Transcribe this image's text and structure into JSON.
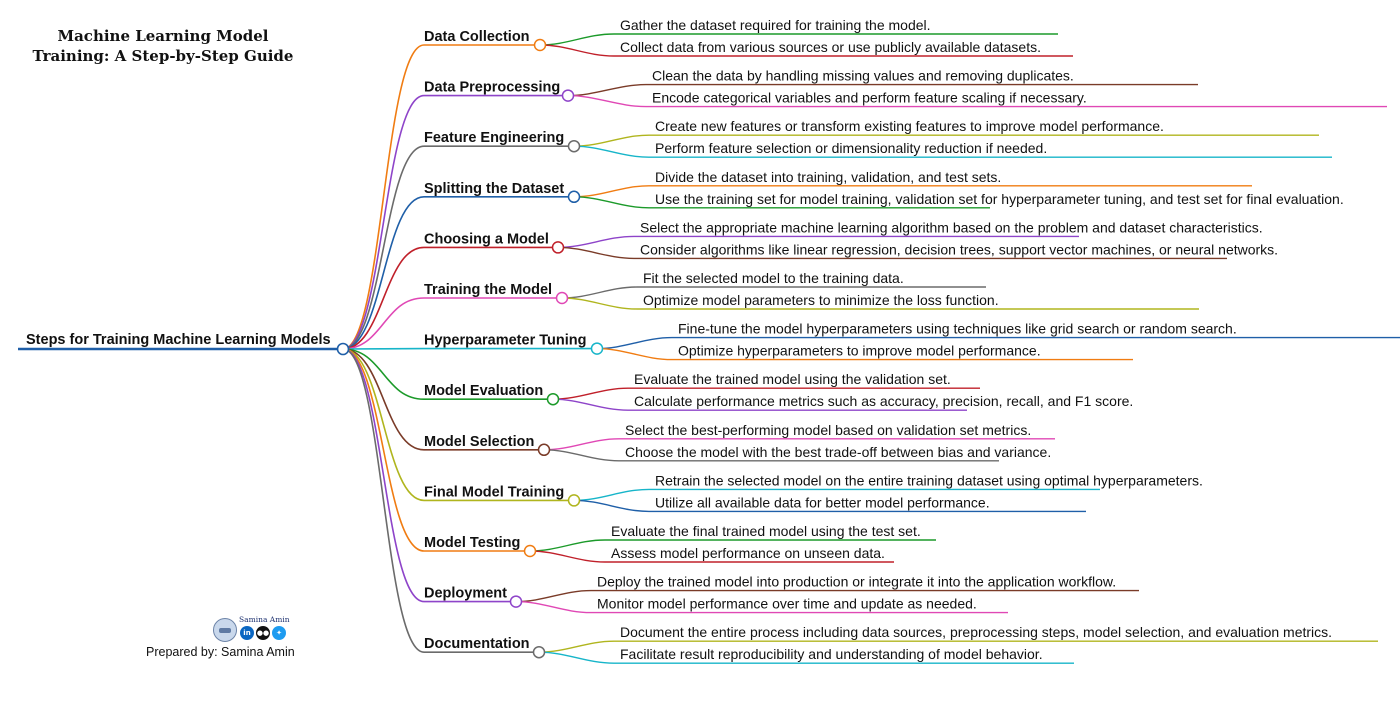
{
  "title": {
    "line1": "Machine Learning Model",
    "line2": "Training: A Step-by-Step Guide"
  },
  "root": {
    "label": "Steps for Training Machine Learning Models",
    "color": "#1f5fa8"
  },
  "branches": [
    {
      "label": "Data Collection",
      "color": "#f07c12",
      "leaves": [
        {
          "text": "Gather the dataset required for training the model.",
          "color": "#1c9a2a"
        },
        {
          "text": "Collect data from various sources or use publicly available datasets.",
          "color": "#c0202a"
        }
      ]
    },
    {
      "label": "Data Preprocessing",
      "color": "#8e44c9",
      "leaves": [
        {
          "text": "Clean the data by handling missing values and removing duplicates.",
          "color": "#7a3b28"
        },
        {
          "text": "Encode categorical variables and perform feature scaling if necessary.",
          "color": "#e048b5"
        }
      ]
    },
    {
      "label": "Feature Engineering",
      "color": "#6b6b6b",
      "leaves": [
        {
          "text": "Create new features or transform existing features to improve model performance.",
          "color": "#b0b51e"
        },
        {
          "text": "Perform feature selection or dimensionality reduction if needed.",
          "color": "#17b5c9"
        }
      ]
    },
    {
      "label": "Splitting the Dataset",
      "color": "#1f5fa8",
      "leaves": [
        {
          "text": "Divide the dataset into training, validation, and test sets.",
          "color": "#f07c12"
        },
        {
          "text": "Use the training set for model training, validation set for hyperparameter tuning, and test set for final evaluation.",
          "color": "#1c9a2a"
        }
      ]
    },
    {
      "label": "Choosing a Model",
      "color": "#c0202a",
      "leaves": [
        {
          "text": "Select the appropriate machine learning algorithm based on the problem and dataset characteristics.",
          "color": "#8e44c9"
        },
        {
          "text": "Consider algorithms like linear regression, decision trees, support vector machines, or neural networks.",
          "color": "#7a3b28"
        }
      ]
    },
    {
      "label": "Training the Model",
      "color": "#e048b5",
      "leaves": [
        {
          "text": "Fit the selected model to the training data.",
          "color": "#6b6b6b"
        },
        {
          "text": "Optimize model parameters to minimize the loss function.",
          "color": "#b0b51e"
        }
      ]
    },
    {
      "label": "Hyperparameter Tuning",
      "color": "#17b5c9",
      "leaves": [
        {
          "text": "Fine-tune the model hyperparameters using techniques like grid search or random search.",
          "color": "#1f5fa8"
        },
        {
          "text": "Optimize hyperparameters to improve model performance.",
          "color": "#f07c12"
        }
      ]
    },
    {
      "label": "Model Evaluation",
      "color": "#1c9a2a",
      "leaves": [
        {
          "text": "Evaluate the trained model using the validation set.",
          "color": "#c0202a"
        },
        {
          "text": "Calculate performance metrics such as accuracy, precision, recall, and F1 score.",
          "color": "#8e44c9"
        }
      ]
    },
    {
      "label": "Model Selection",
      "color": "#7a3b28",
      "leaves": [
        {
          "text": "Select the best-performing model based on validation set metrics.",
          "color": "#e048b5"
        },
        {
          "text": "Choose the model with the best trade-off between bias and variance.",
          "color": "#6b6b6b"
        }
      ]
    },
    {
      "label": "Final Model Training",
      "color": "#b0b51e",
      "leaves": [
        {
          "text": "Retrain the selected model on the entire training dataset using optimal hyperparameters.",
          "color": "#17b5c9"
        },
        {
          "text": "Utilize all available data for better model performance.",
          "color": "#1f5fa8"
        }
      ]
    },
    {
      "label": "Model Testing",
      "color": "#f07c12",
      "leaves": [
        {
          "text": "Evaluate the final trained model using the test set.",
          "color": "#1c9a2a"
        },
        {
          "text": "Assess model performance on unseen data.",
          "color": "#c0202a"
        }
      ]
    },
    {
      "label": "Deployment",
      "color": "#8e44c9",
      "leaves": [
        {
          "text": "Deploy the trained model into production or integrate it into the application workflow.",
          "color": "#7a3b28"
        },
        {
          "text": "Monitor model performance over time and update as needed.",
          "color": "#e048b5"
        }
      ]
    },
    {
      "label": "Documentation",
      "color": "#6b6b6b",
      "leaves": [
        {
          "text": "Document the entire process including data sources, preprocessing steps, model selection, and evaluation metrics.",
          "color": "#b0b51e"
        },
        {
          "text": "Facilitate result reproducibility and understanding of model behavior.",
          "color": "#17b5c9"
        }
      ]
    }
  ],
  "credit": {
    "author_name": "Samina Amin",
    "prepared_by": "Prepared by: Samina Amin",
    "icons": [
      "linkedin-icon",
      "medium-icon",
      "twitter-icon"
    ],
    "linkedin_glyph": "in",
    "medium_glyph": "●●",
    "twitter_glyph": "✦"
  }
}
